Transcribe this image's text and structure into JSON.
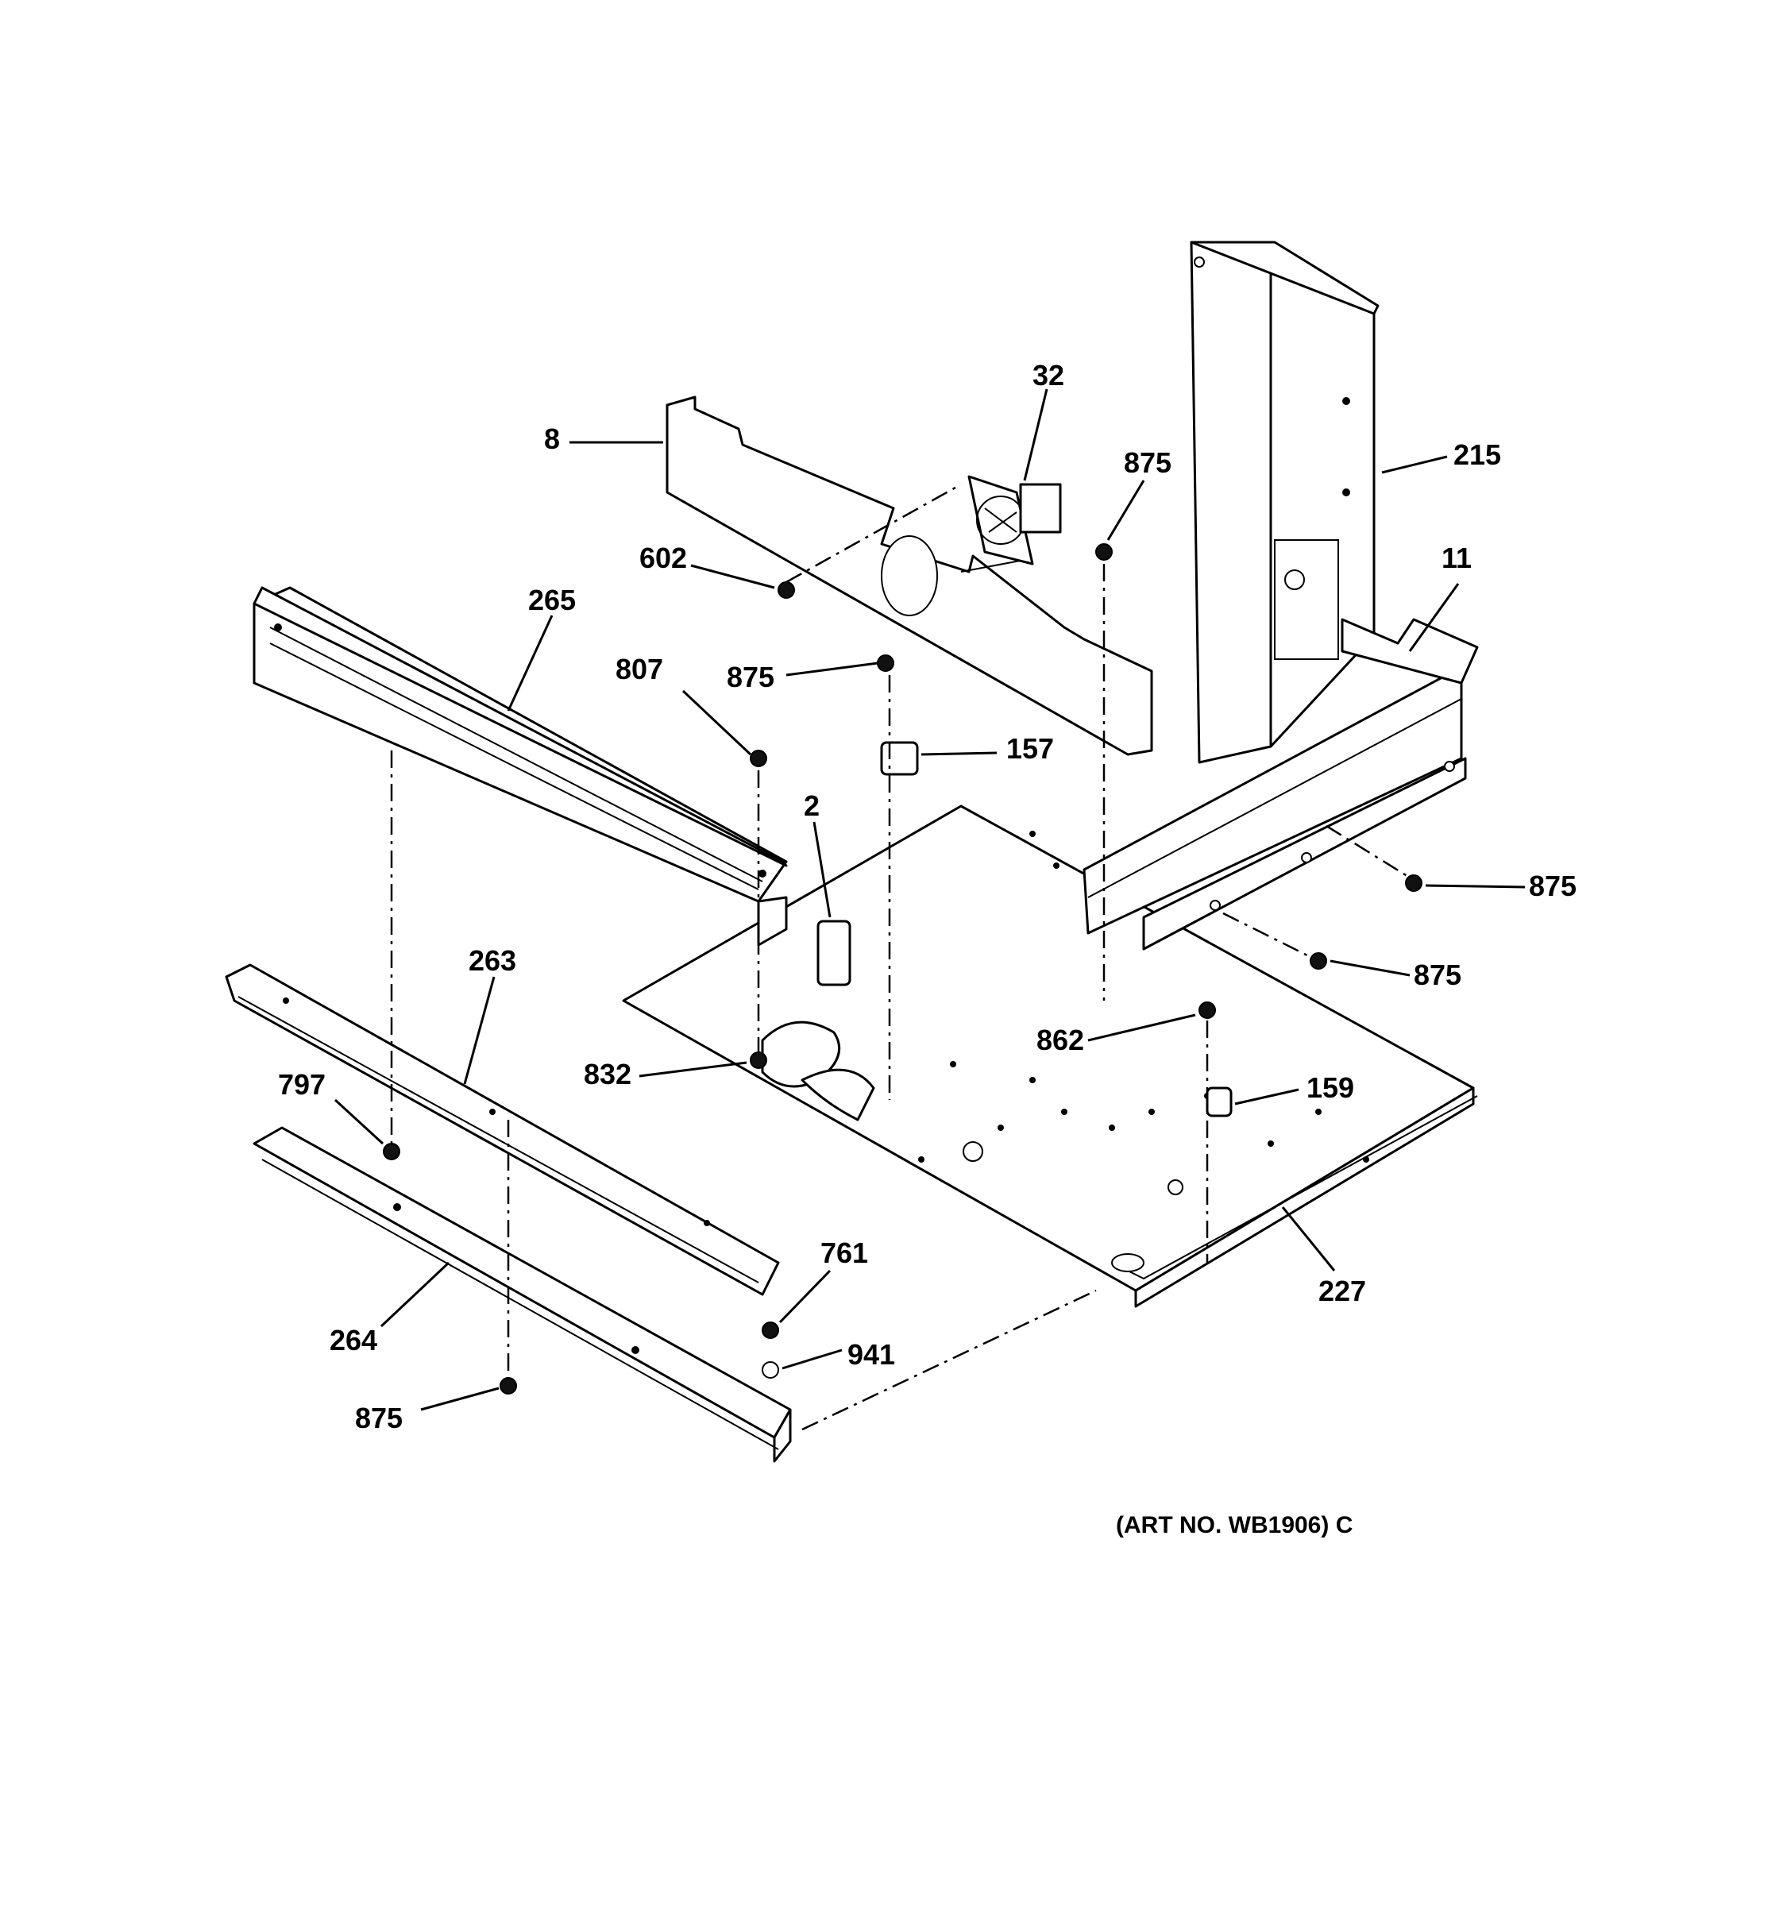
{
  "diagram": {
    "art_number": "(ART NO. WB1906) C",
    "callouts": [
      {
        "id": "c-32",
        "label": "32"
      },
      {
        "id": "c-8",
        "label": "8"
      },
      {
        "id": "c-875a",
        "label": "875"
      },
      {
        "id": "c-215",
        "label": "215"
      },
      {
        "id": "c-602",
        "label": "602"
      },
      {
        "id": "c-11",
        "label": "11"
      },
      {
        "id": "c-265",
        "label": "265"
      },
      {
        "id": "c-807",
        "label": "807"
      },
      {
        "id": "c-875b",
        "label": "875"
      },
      {
        "id": "c-157",
        "label": "157"
      },
      {
        "id": "c-2",
        "label": "2"
      },
      {
        "id": "c-875c",
        "label": "875"
      },
      {
        "id": "c-875d",
        "label": "875"
      },
      {
        "id": "c-263",
        "label": "263"
      },
      {
        "id": "c-862",
        "label": "862"
      },
      {
        "id": "c-797",
        "label": "797"
      },
      {
        "id": "c-832",
        "label": "832"
      },
      {
        "id": "c-159",
        "label": "159"
      },
      {
        "id": "c-761",
        "label": "761"
      },
      {
        "id": "c-227",
        "label": "227"
      },
      {
        "id": "c-264",
        "label": "264"
      },
      {
        "id": "c-941",
        "label": "941"
      },
      {
        "id": "c-875e",
        "label": "875"
      }
    ]
  }
}
